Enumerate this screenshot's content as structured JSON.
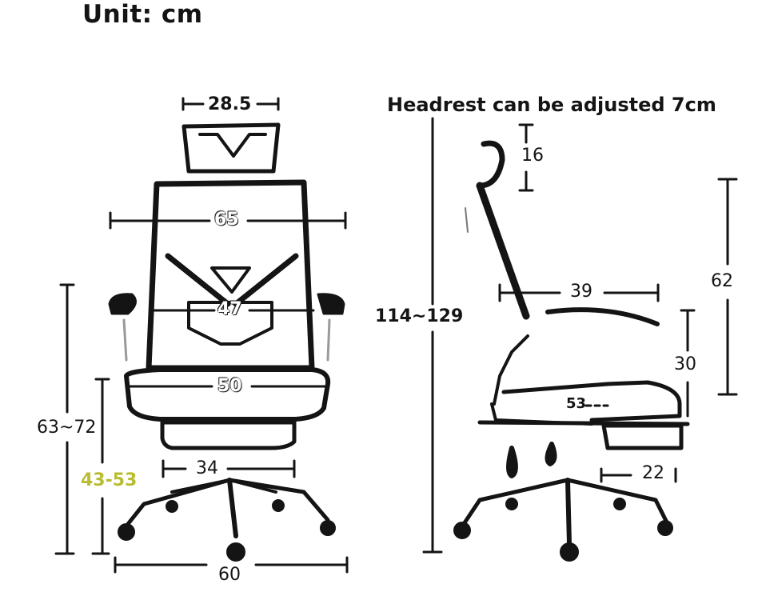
{
  "title": "Unit: cm",
  "headline": "Headrest can be adjusted 7cm",
  "front_view": {
    "headrest_width": "28.5",
    "backrest_width": "65",
    "lumbar_width": "47",
    "seat_width": "50",
    "seat_height_range": "43-53",
    "armrest_height_range": "63~72",
    "base_inner_width": "34",
    "base_width": "60"
  },
  "side_view": {
    "overall_height_range": "114~129",
    "headrest_height": "16",
    "backrest_height": "62",
    "armrest_length": "39",
    "armrest_to_seat": "30",
    "seat_depth": "53",
    "footrest_length": "22"
  },
  "colors": {
    "line": "#141414",
    "seat_height_label": "#b9bd32"
  }
}
